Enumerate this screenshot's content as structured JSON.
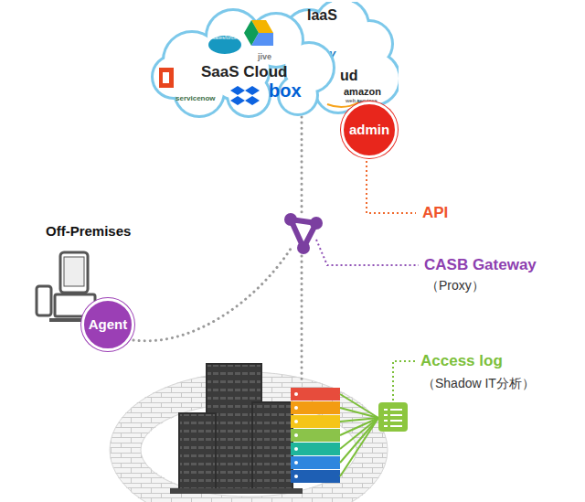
{
  "diagram": {
    "nodes": [
      {
        "text": [
          "SaaS Cloud",
          "salesforce",
          "jive",
          "servicenow",
          "box"
        ]
      },
      {
        "text": [
          "IaaS",
          "ud",
          "y",
          "amazon",
          "web services"
        ]
      },
      {
        "text": [
          "admin"
        ]
      },
      {
        "text": [
          "Agent"
        ]
      }
    ],
    "labels": [
      "API",
      "CASB Gateway",
      "（Proxy）",
      "Off-Premises",
      "Access log",
      "（Shadow IT分析）"
    ]
  }
}
